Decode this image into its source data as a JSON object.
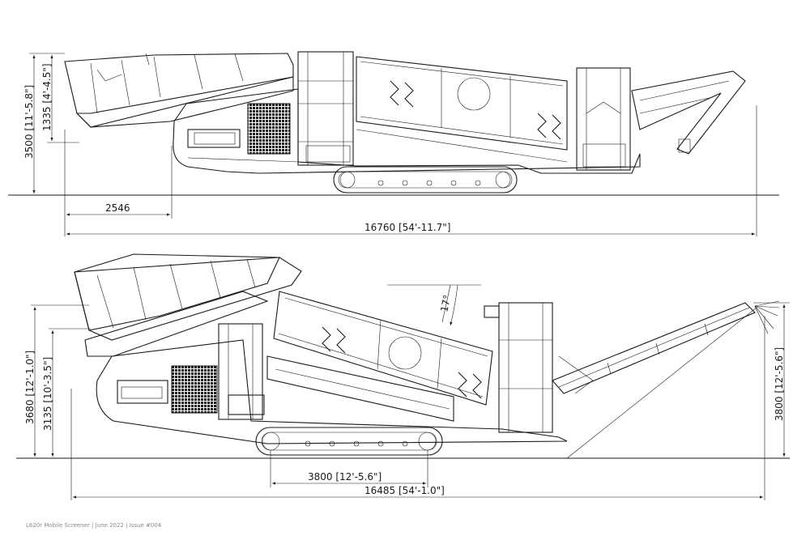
{
  "top_view": {
    "total_height": "3500 [11'-5.8\"]",
    "hopper_height": "1335 [4'-4.5\"]",
    "overhang_length": "2546",
    "overall_length": "16760 [54'-11.7\"]"
  },
  "bottom_view": {
    "total_height": "3680 [12'-1.0\"]",
    "hopper_height": "3135 [10'-3.5\"]",
    "screen_angle": "17°",
    "conveyor_height": "3800 [12'-5.6\"]",
    "track_length": "3800 [12'-5.6\"]",
    "overall_length": "16485 [54'-1.0\"]"
  },
  "footer": "L620r Mobile Screener | June 2022 | Issue #004"
}
